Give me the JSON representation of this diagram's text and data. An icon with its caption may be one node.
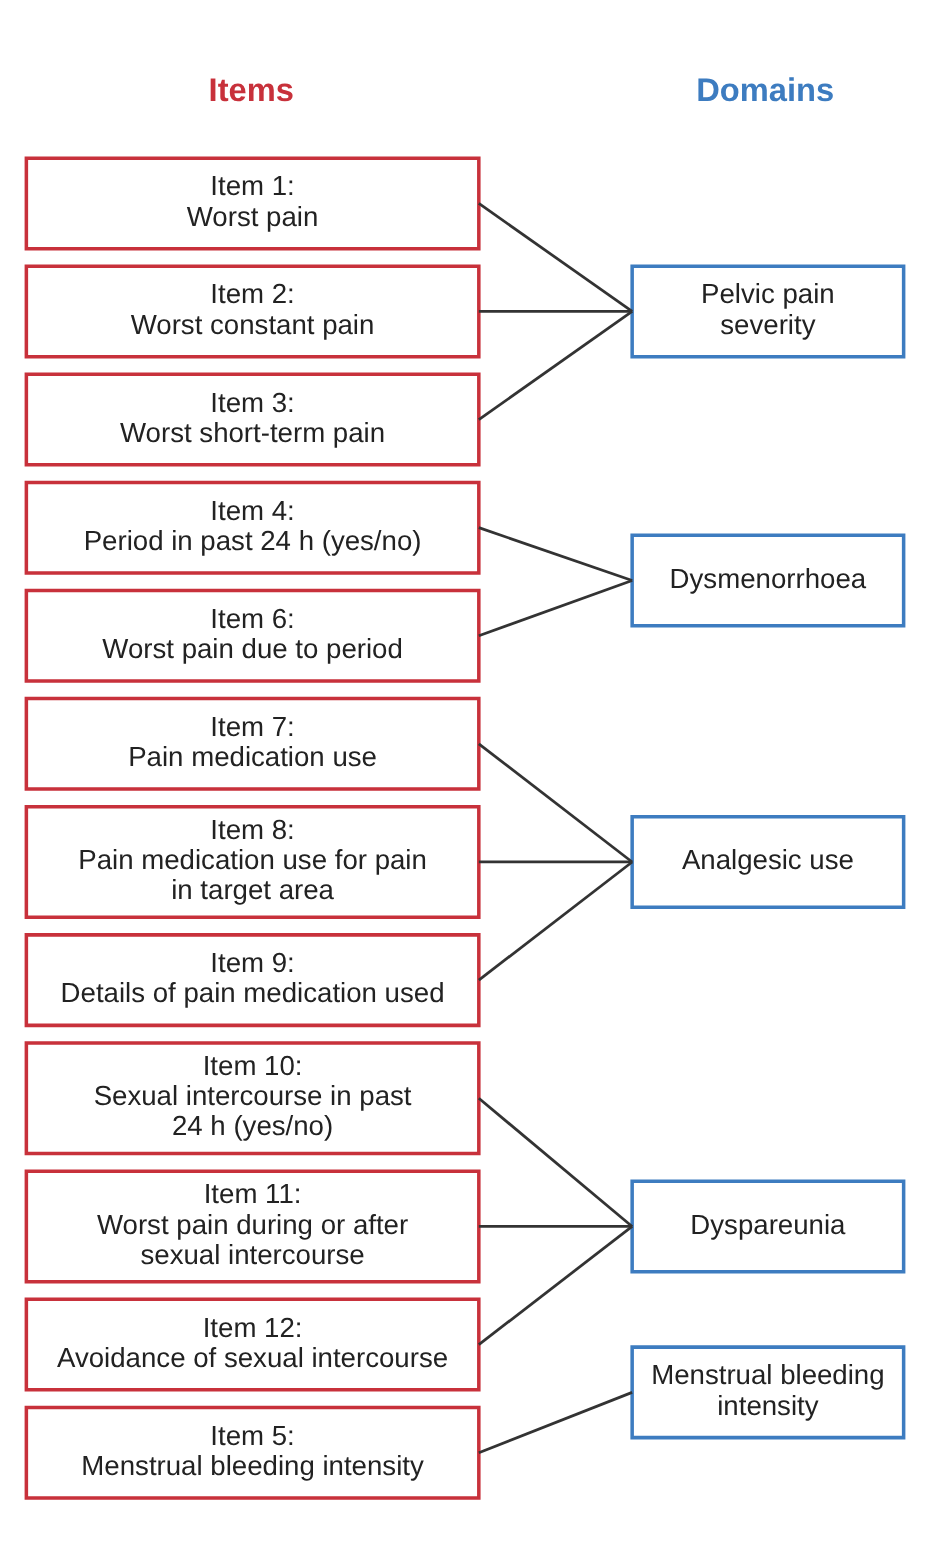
{
  "diagram": {
    "nodes": [
      {
        "text": [
          "Item 1:",
          "Worst pain"
        ]
      },
      {
        "text": [
          "Item 2:",
          "Worst constant pain"
        ]
      },
      {
        "text": [
          "Item 3:",
          "Worst short-term pain"
        ]
      },
      {
        "text": [
          "Item 4:",
          "Period in past 24 h (yes/no)"
        ]
      },
      {
        "text": [
          "Item 6:",
          "Worst pain due to period"
        ]
      },
      {
        "text": [
          "Item 7:",
          "Pain medication use"
        ]
      },
      {
        "text": [
          "Item 8:",
          "Pain medication use for pain in target area"
        ]
      },
      {
        "text": [
          "Item 9:",
          "Details of pain medication used"
        ]
      },
      {
        "text": [
          "Item 10:",
          "Sexual intercourse in past 24 h (yes/no)"
        ]
      },
      {
        "text": [
          "Item 11:",
          "Worst pain during or after sexual intercourse"
        ]
      },
      {
        "text": [
          "Item 12:",
          "Avoidance of sexual intercourse"
        ]
      },
      {
        "text": [
          "Item 5:",
          "Menstrual bleeding intensity"
        ]
      },
      {
        "text": [
          "Pelvic pain severity"
        ]
      },
      {
        "text": [
          "Dysmenorrhoea"
        ]
      },
      {
        "text": [
          "Analgesic use"
        ]
      },
      {
        "text": [
          "Dyspareunia"
        ]
      },
      {
        "text": [
          "Menstrual bleeding intensity"
        ]
      }
    ],
    "edges": [
      {
        "from": 0,
        "to": 12,
        "arrow": "none"
      },
      {
        "from": 1,
        "to": 12,
        "arrow": "none"
      },
      {
        "from": 2,
        "to": 12,
        "arrow": "none"
      },
      {
        "from": 3,
        "to": 13,
        "arrow": "none"
      },
      {
        "from": 4,
        "to": 13,
        "arrow": "none"
      },
      {
        "from": 5,
        "to": 14,
        "arrow": "none"
      },
      {
        "from": 6,
        "to": 14,
        "arrow": "none"
      },
      {
        "from": 7,
        "to": 14,
        "arrow": "none"
      },
      {
        "from": 8,
        "to": 15,
        "arrow": "none"
      },
      {
        "from": 9,
        "to": 15,
        "arrow": "none"
      },
      {
        "from": 10,
        "to": 15,
        "arrow": "none"
      },
      {
        "from": 11,
        "to": 16,
        "arrow": "none"
      }
    ],
    "labels": [
      "Items",
      "Domains"
    ]
  }
}
